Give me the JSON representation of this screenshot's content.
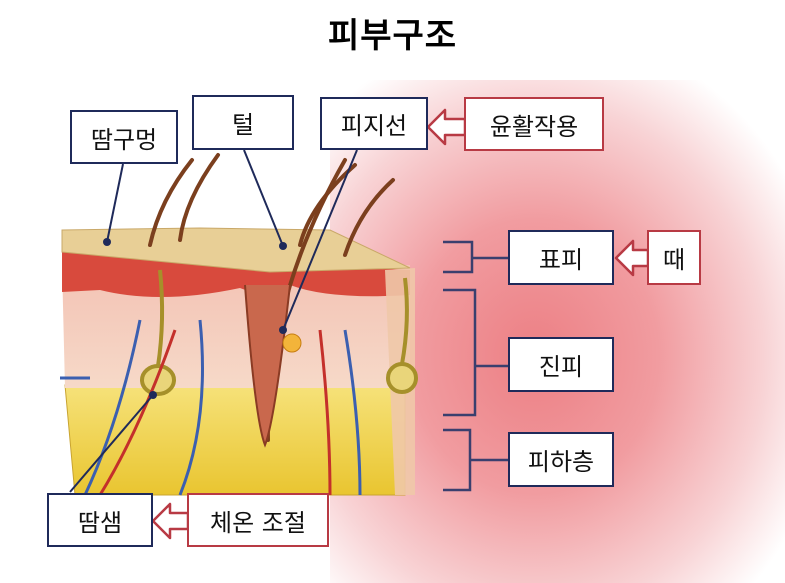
{
  "title": "피부구조",
  "labels": {
    "pore": "땀구멍",
    "hair": "털",
    "sebaceous_gland": "피지선",
    "lubrication": "윤활작용",
    "epidermis": "표피",
    "dirt": "때",
    "dermis": "진피",
    "hypodermis": "피하층",
    "sweat_gland": "땀샘",
    "temperature_control": "체온 조절"
  },
  "colors": {
    "navy_border": "#1f2a5a",
    "red_border": "#b83a44",
    "background_pink": "#ec7f84",
    "fat_yellow": "#f3d24a",
    "skin_tan": "#e8cf96"
  }
}
